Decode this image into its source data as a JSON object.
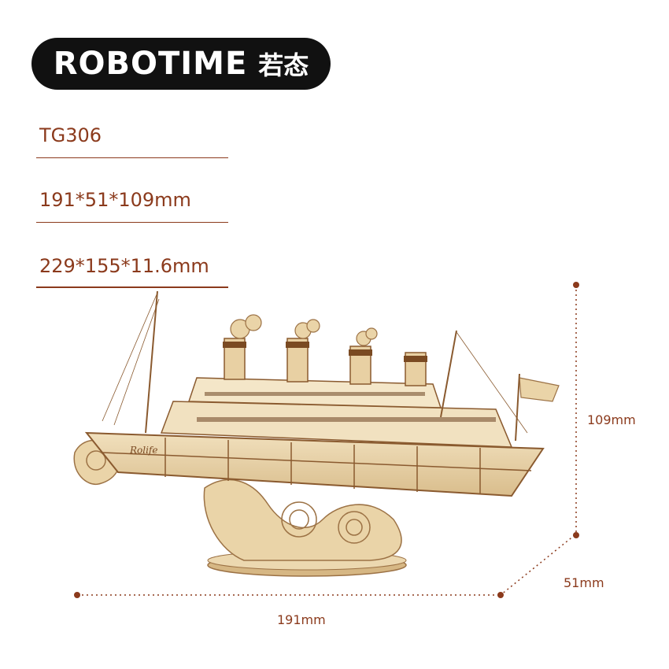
{
  "brand": {
    "name": "ROBOTIME",
    "name_cn": "若态"
  },
  "specs": {
    "model": "TG306",
    "assembled_size": "191*51*109mm",
    "sheet_size": "229*155*11.6mm"
  },
  "dimensions": {
    "height": "109mm",
    "depth": "51mm",
    "width": "191mm"
  },
  "ship_engraving": "Rolife",
  "colors": {
    "accent": "#8b3a1c",
    "pill": "#111111",
    "wood": "#e8d3a9",
    "wood_dark": "#8a5a2f"
  }
}
